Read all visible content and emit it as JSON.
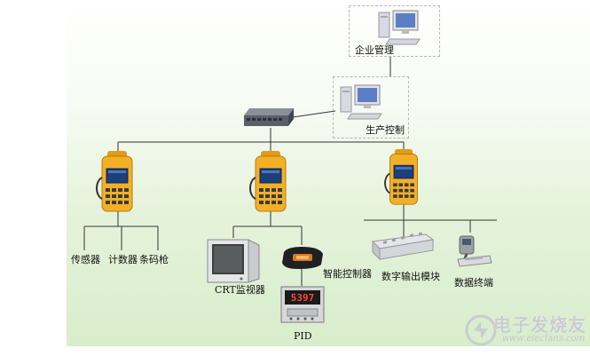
{
  "labels": {
    "enterprise": "企业管理",
    "production": "生产控制",
    "sensor": "传感器",
    "counter": "计数器",
    "barcode": "条码枪",
    "crt": "CRT监视器",
    "smart": "智能控制器",
    "digital": "数字输出模块",
    "terminal": "数据终端",
    "pid": "PID",
    "pid_display": "5397"
  },
  "watermark": {
    "text": "电子发烧友",
    "url": "www.elecfans.com"
  },
  "colors": {
    "background_top": "#ffffff",
    "background_bottom": "#d8edcb",
    "wire": "#333333",
    "terminal_body": "#f2b027",
    "screen": "#1d3f7a"
  }
}
